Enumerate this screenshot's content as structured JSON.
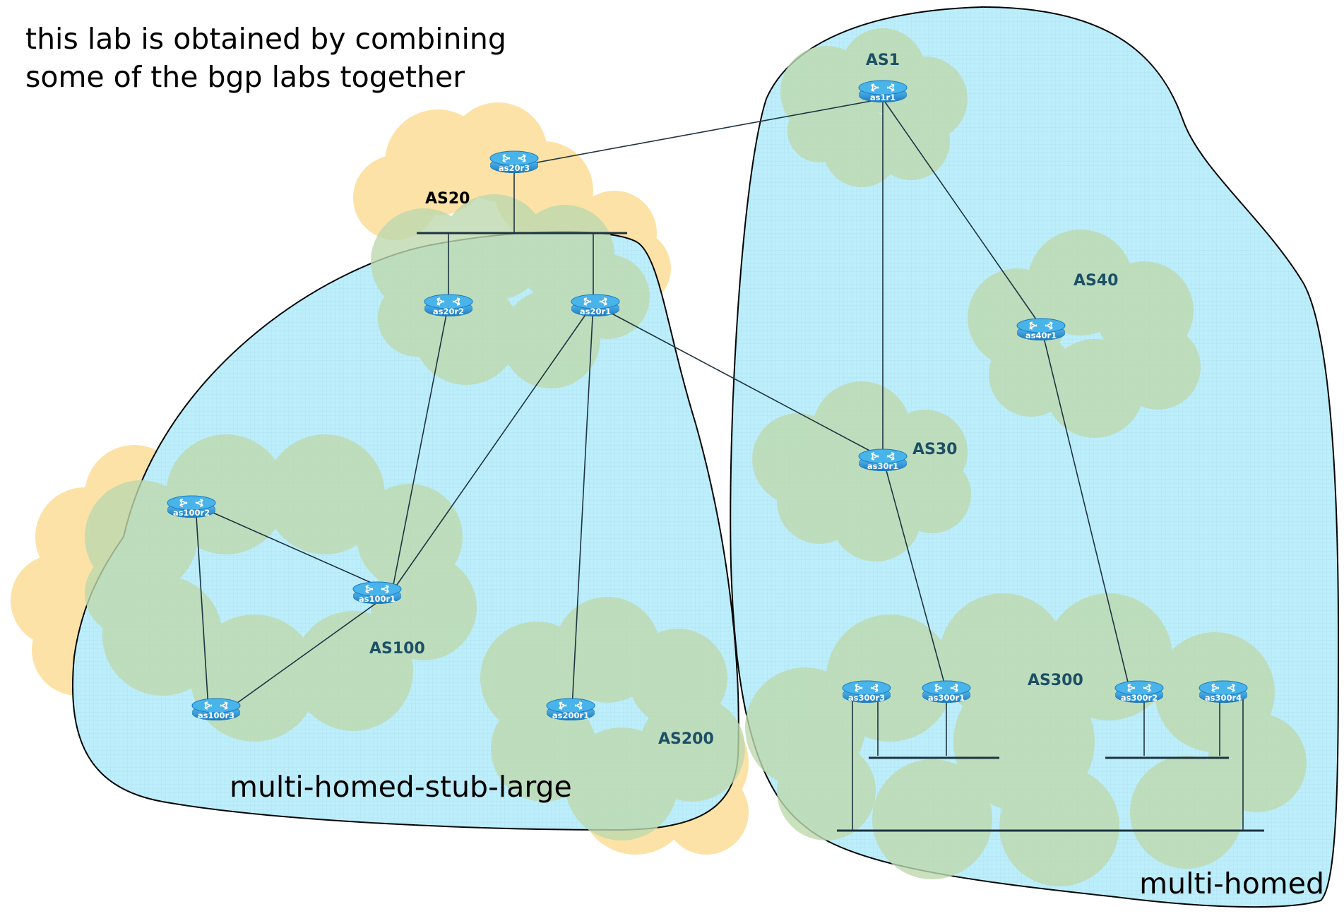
{
  "note": {
    "line1": "this lab is obtained by combining",
    "line2": "some of the bgp labs together"
  },
  "regions": {
    "left": "multi-homed-stub-large",
    "right": "multi-homed"
  },
  "as_labels": {
    "as1": "AS1",
    "as20": "AS20",
    "as30": "AS30",
    "as40": "AS40",
    "as100": "AS100",
    "as200": "AS200",
    "as300": "AS300"
  },
  "routers": {
    "as1r1": "as1r1",
    "as20r1": "as20r1",
    "as20r2": "as20r2",
    "as20r3": "as20r3",
    "as30r1": "as30r1",
    "as40r1": "as40r1",
    "as100r1": "as100r1",
    "as100r2": "as100r2",
    "as100r3": "as100r3",
    "as200r1": "as200r1",
    "as300r1": "as300r1",
    "as300r2": "as300r2",
    "as300r3": "as300r3",
    "as300r4": "as300r4"
  },
  "colors": {
    "as_region": "#bdd9ae",
    "orange_region": "#fce2a6",
    "blue_region": "#bdeefb",
    "router": "#1a8fd2"
  }
}
